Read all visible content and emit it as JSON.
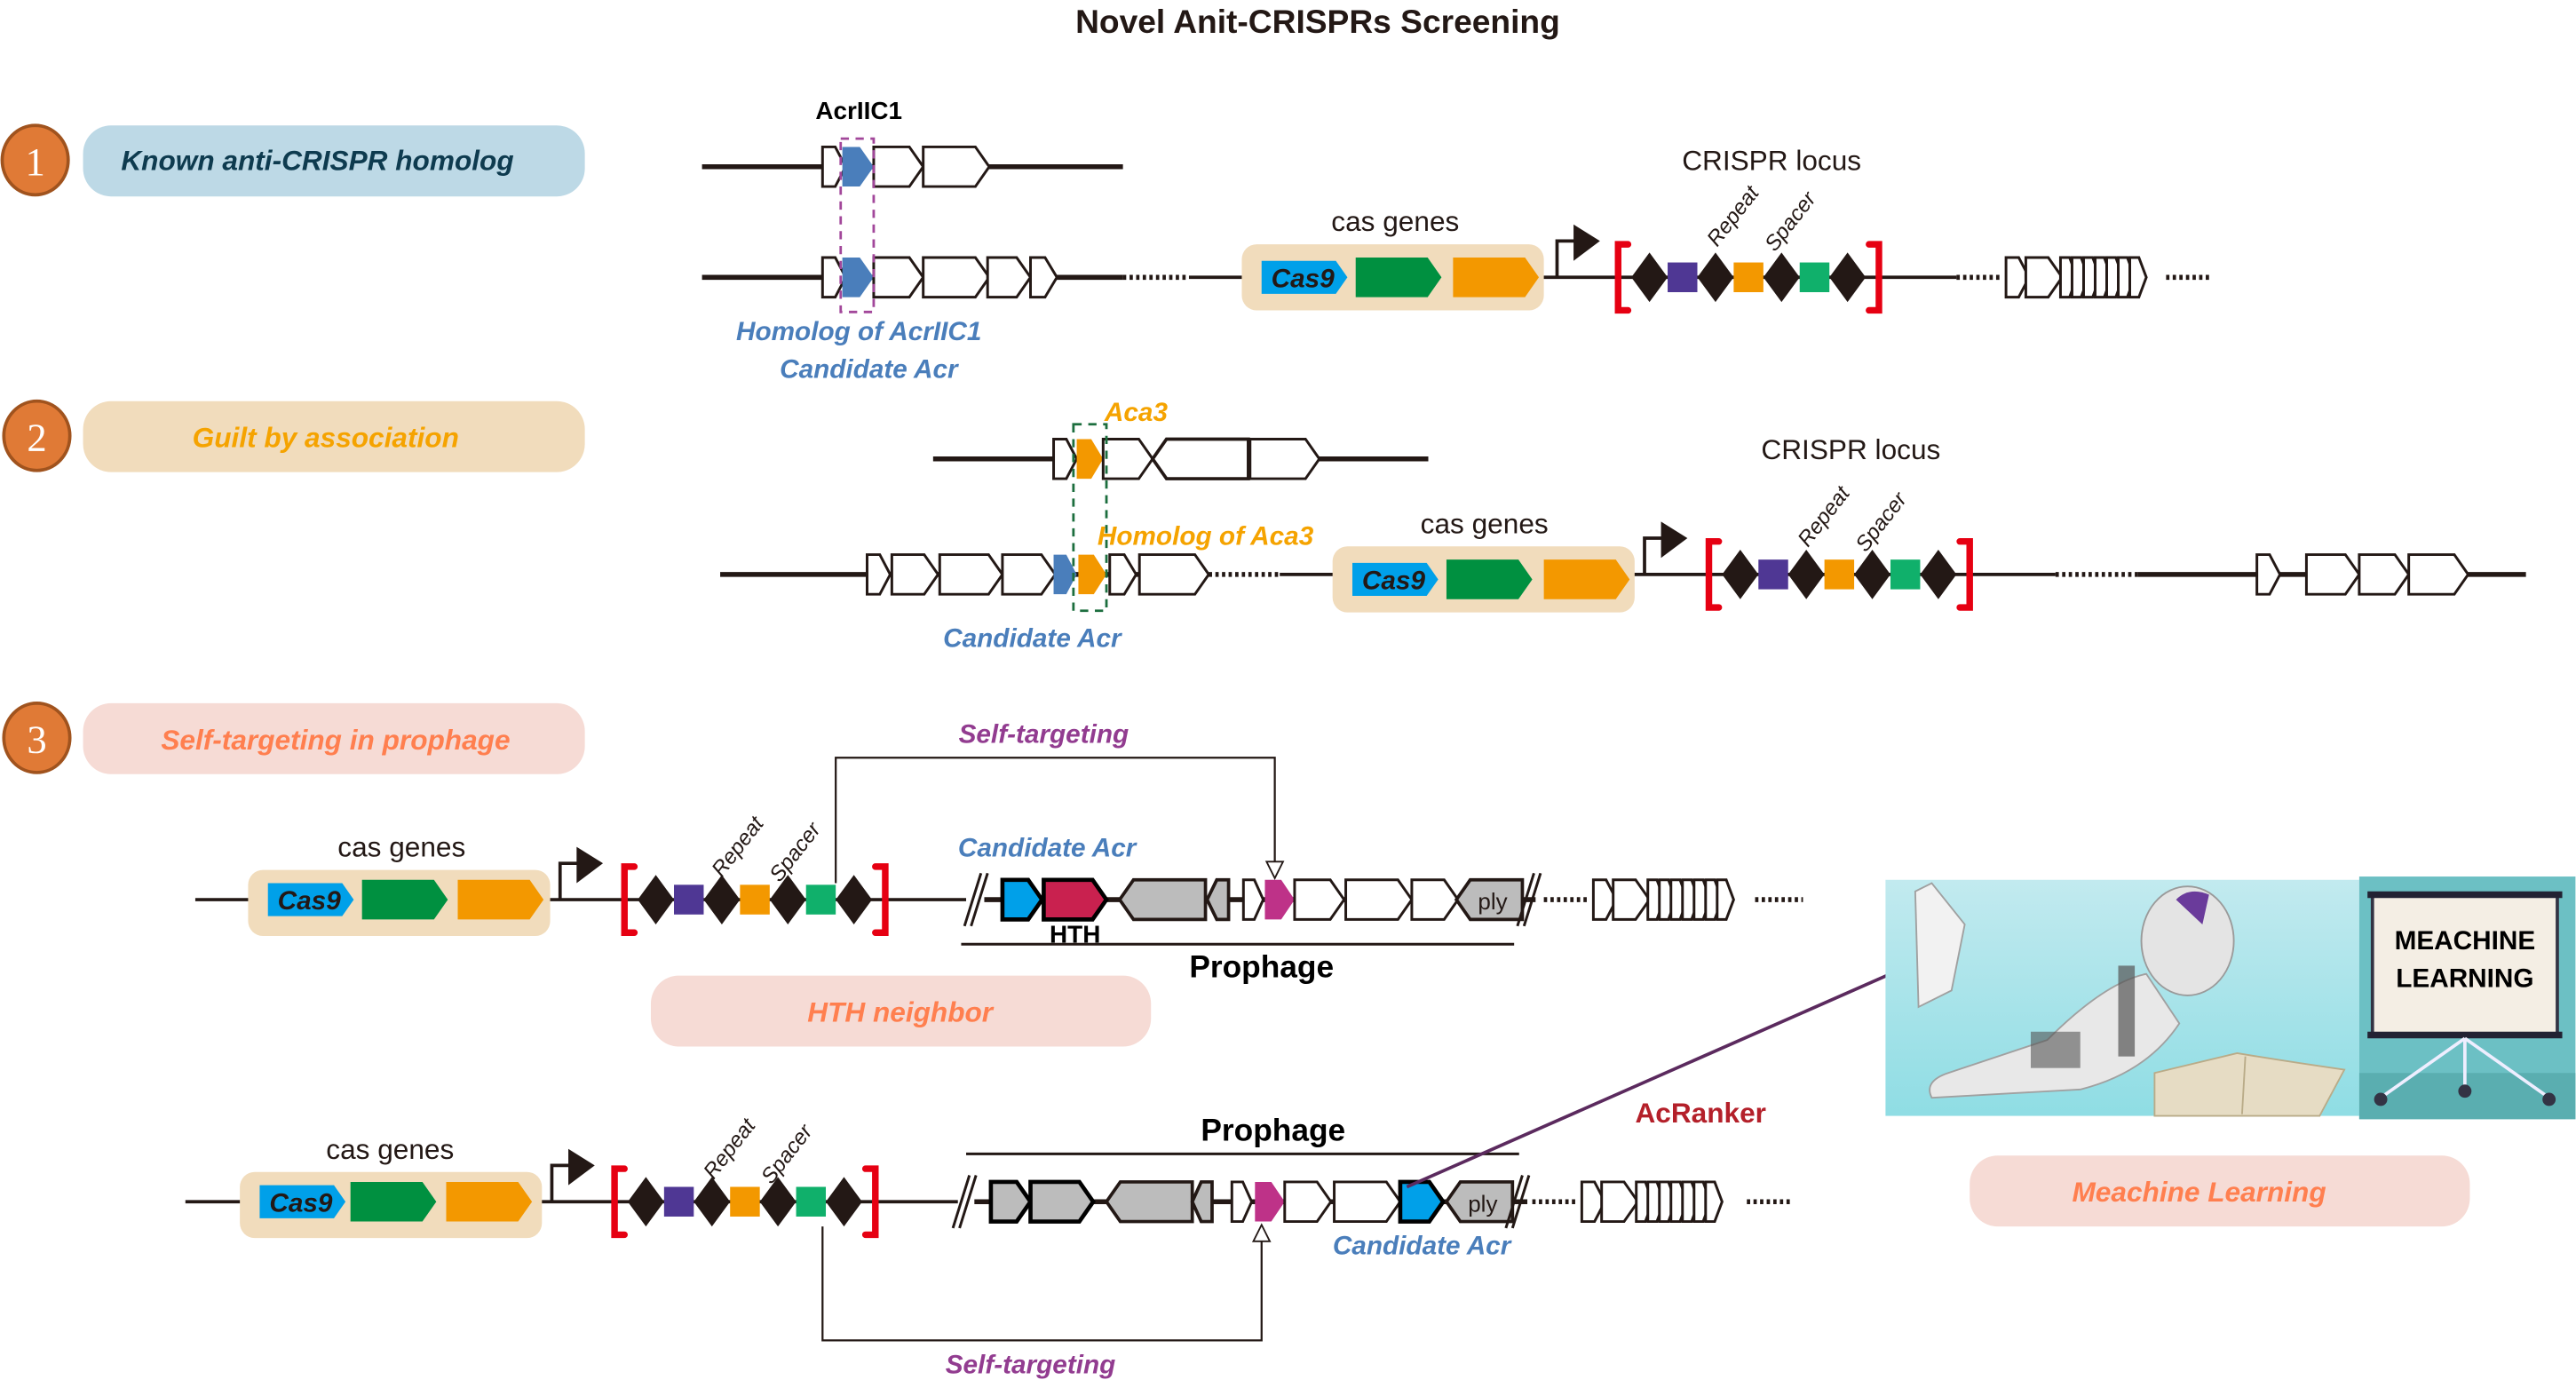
{
  "title": "Novel Anit-CRISPRs Screening",
  "colors": {
    "badge": "#e07a36",
    "badge_border": "#a0531e",
    "pill1_bg": "#bdd9e6",
    "pill1_text": "#0e3b4f",
    "pill2_bg": "#f1dcbc",
    "pill2_text": "#f5a300",
    "pill3_bg": "#f6dbd5",
    "pill3_text": "#ff7f4f",
    "cas_box": "#f1dcbc",
    "cas9": "#00a0e9",
    "green": "#009040",
    "orange": "#f39800",
    "purple_spacer": "#4f3794",
    "teal_spacer": "#10b06b",
    "red_bracket": "#e60012",
    "acr_blue": "#4a7ebb",
    "self_target": "#923c90",
    "magenta_gene": "#be3288",
    "hth_red": "#c9214f",
    "gray_gene": "#bcbcbc",
    "acranker": "#b4202a",
    "ml_bg": "#a8e6ec",
    "ml_board_bg": "#6cc0c4"
  },
  "sections": [
    {
      "number": "1",
      "label": "Known anti-CRISPR homolog"
    },
    {
      "number": "2",
      "label": "Guilt by association"
    },
    {
      "number": "3",
      "label": "Self-targeting in prophage"
    }
  ],
  "section1": {
    "known_label": "AcrIIC1",
    "homolog_label": "Homolog of AcrIIC1",
    "candidate_label": "Candidate Acr",
    "cas_label": "cas genes",
    "cas9_label": "Cas9",
    "crispr_label": "CRISPR locus",
    "repeat_label": "Repeat",
    "spacer_label": "Spacer"
  },
  "section2": {
    "known_label": "Aca3",
    "homolog_label": "Homolog of Aca3",
    "candidate_label": "Candidate Acr",
    "cas_label": "cas genes",
    "cas9_label": "Cas9",
    "crispr_label": "CRISPR locus",
    "repeat_label": "Repeat",
    "spacer_label": "Spacer"
  },
  "section3": {
    "row1": {
      "cas_label": "cas genes",
      "cas9_label": "Cas9",
      "repeat_label": "Repeat",
      "spacer_label": "Spacer",
      "self_targeting_label": "Self-targeting",
      "candidate_label": "Candidate Acr",
      "hth_label": "HTH",
      "ply_label": "ply",
      "prophage_label": "Prophage"
    },
    "hth_pill": "HTH neighbor",
    "row2": {
      "cas_label": "cas genes",
      "cas9_label": "Cas9",
      "repeat_label": "Repeat",
      "spacer_label": "Spacer",
      "self_targeting_label": "Self-targeting",
      "candidate_label": "Candidate Acr",
      "ply_label": "ply",
      "prophage_label": "Prophage"
    }
  },
  "ml": {
    "acranker_label": "AcRanker",
    "board_line1": "MEACHINE",
    "board_line2": "LEARNING",
    "pill_label": "Meachine Learning",
    "image_subject": "robot-reading-book"
  }
}
